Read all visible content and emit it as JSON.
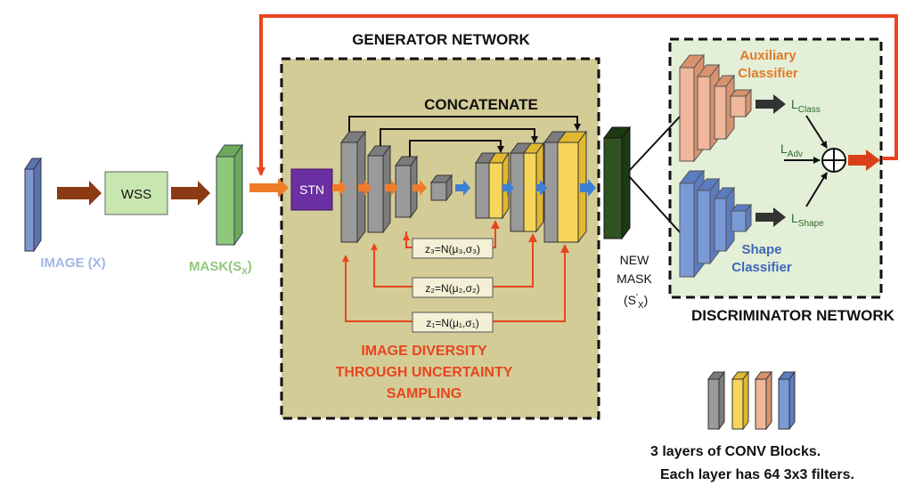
{
  "colors": {
    "orange_red": "#e8451f",
    "brown_arrow": "#8b3a13",
    "orange_arrow": "#f07c2a",
    "blue_arrow": "#3b7fd6",
    "image_block": "#7f97cf",
    "wss_box": "#c8e6b0",
    "mask_block": "#8fc87a",
    "generator_bg": "#d4cc97",
    "stn_box": "#6a2fa0",
    "gray_block": "#9a9a9a",
    "yellow_block": "#f7d558",
    "new_mask_block": "#2f5320",
    "discriminator_bg": "#e4efd8",
    "peach_block": "#f0b79a",
    "blue_block": "#7a9ad6",
    "image_label": "#9fb8e6",
    "mask_label": "#8fc87a",
    "aux_label": "#e07a28",
    "shape_label": "#3f68b8",
    "diversity_label": "#e8451f",
    "loss_label": "#2e6b2e"
  },
  "labels": {
    "generator_network": "GENERATOR NETWORK",
    "discriminator_network": "DISCRIMINATOR NETWORK",
    "image_x": "IMAGE (X)",
    "wss": "WSS",
    "mask_prefix": "MASK(S",
    "mask_sub": "X",
    "mask_suffix": ")",
    "stn": "STN",
    "concatenate": "CONCATENATE",
    "z3": "z₃=N(μ₃,σ₃)",
    "z2": "z₂=N(μ₂,σ₂)",
    "z1": "z₁=N(μ₁,σ₁)",
    "diversity_line1": "IMAGE DIVERSITY",
    "diversity_line2": "THROUGH  UNCERTAINTY",
    "diversity_line3": "SAMPLING",
    "new": "NEW",
    "mask": "MASK",
    "s_prime_prefix": "(S",
    "s_prime_sup": "'",
    "s_prime_sub": "X",
    "s_prime_suffix": ")",
    "aux_line1": "Auxiliary",
    "aux_line2": "Classifier",
    "shape_line1": "Shape",
    "shape_line2": "Classifier",
    "l_class_main": "L",
    "l_class_sub": "Class",
    "l_adv_main": "L",
    "l_adv_sub": "Adv",
    "l_shape_main": "L",
    "l_shape_sub": "Shape",
    "conv_line1": "3 layers of CONV Blocks.",
    "conv_line2": "Each layer has 64  3x3 filters."
  },
  "icons": {
    "sum_node": "circle-plus-icon"
  }
}
